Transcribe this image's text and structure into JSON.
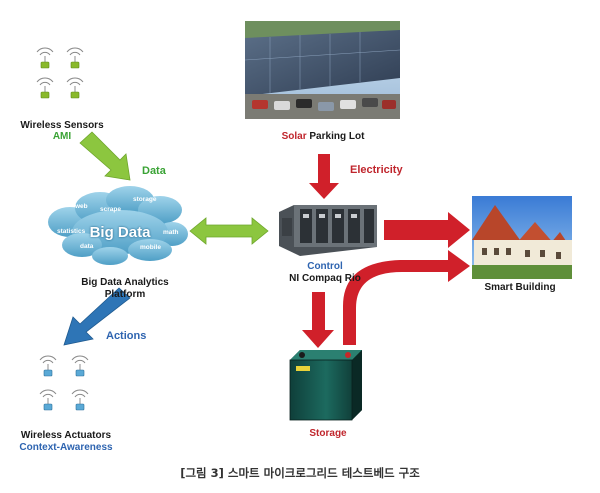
{
  "nodes": {
    "wireless_sensors": {
      "name": "Wireless Sensors",
      "sub": "AMI"
    },
    "big_data": {
      "cloud_title": "Big Data",
      "cloud_words": [
        "scrape",
        "statistics",
        "math",
        "storage",
        "mobile",
        "web",
        "data"
      ],
      "name_line1": "Big Data Analytics",
      "name_line2": "Platform"
    },
    "wireless_actuators": {
      "name": "Wireless Actuators",
      "sub": "Context-Awareness"
    },
    "solar": {
      "highlight": "Solar",
      "rest": " Parking Lot"
    },
    "control": {
      "title": "Control",
      "device": "NI Compaq Rio"
    },
    "smart_building": {
      "name": "Smart Building"
    },
    "storage": {
      "name": "Storage"
    }
  },
  "flows": {
    "data": "Data",
    "actions": "Actions",
    "electricity": "Electricity"
  },
  "caption": "[그림 3] 스마트 마이크로그리드 테스트베드 구조",
  "colors": {
    "green_arrow": "#8cc63f",
    "blue_arrow": "#2e75b6",
    "red_arrow": "#d0202a",
    "green_text": "#3aa335",
    "blue_text": "#2e64b0",
    "red_text": "#c0262d",
    "sensor_green": "#8ab92d"
  }
}
